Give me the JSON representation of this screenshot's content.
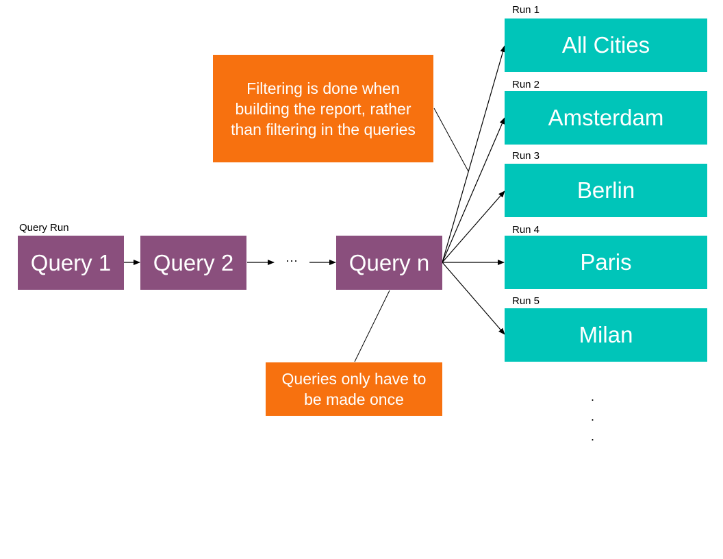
{
  "query_run_label": "Query Run",
  "queries": [
    {
      "label": "Query 1"
    },
    {
      "label": "Query 2"
    },
    {
      "label": "Query n"
    }
  ],
  "ellipsis": "···",
  "runs": [
    {
      "run_label": "Run 1",
      "city": "All Cities"
    },
    {
      "run_label": "Run 2",
      "city": "Amsterdam"
    },
    {
      "run_label": "Run 3",
      "city": "Berlin"
    },
    {
      "run_label": "Run 4",
      "city": "Paris"
    },
    {
      "run_label": "Run 5",
      "city": "Milan"
    }
  ],
  "notes": {
    "filtering": "Filtering is done when\nbuilding the report, rather\nthan filtering in the queries",
    "queries_once": "Queries only have to\nbe made once"
  },
  "more_dots": [
    ".",
    ".",
    "."
  ],
  "colors": {
    "query": "#8a4f7d",
    "run": "#00c5b9",
    "note": "#f7710f",
    "connector": "#000000"
  }
}
